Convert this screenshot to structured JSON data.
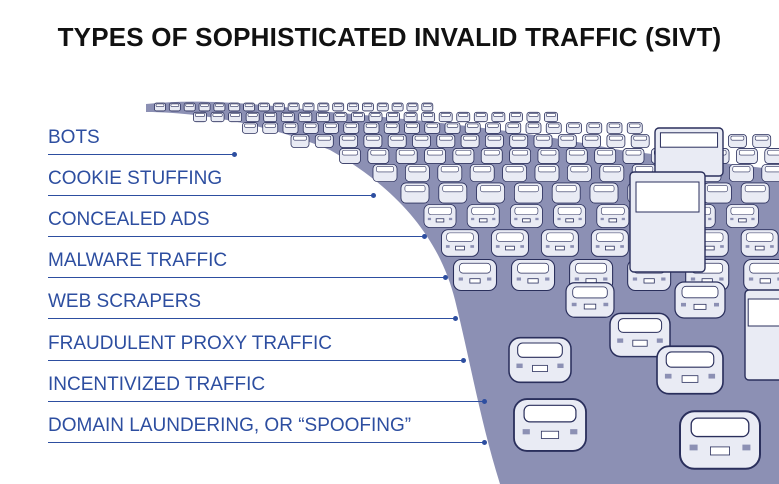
{
  "title": "TYPES OF SOPHISTICATED INVALID TRAFFIC (SIVT)",
  "colors": {
    "label_blue": "#2d4ea0",
    "vehicle_fill": "#e9ebf4",
    "vehicle_stroke": "#2a2f5c",
    "road_shadow": "#8c90b4"
  },
  "illustration": "traffic-jam-icon",
  "sivt_types": [
    {
      "label": "BOTS"
    },
    {
      "label": "COOKIE STUFFING"
    },
    {
      "label": "CONCEALED ADS"
    },
    {
      "label": "MALWARE TRAFFIC"
    },
    {
      "label": "WEB SCRAPERS"
    },
    {
      "label": "FRAUDULENT PROXY TRAFFIC"
    },
    {
      "label": "INCENTIVIZED TRAFFIC"
    },
    {
      "label": "DOMAIN LAUNDERING, OR “SPOOFING”"
    }
  ]
}
